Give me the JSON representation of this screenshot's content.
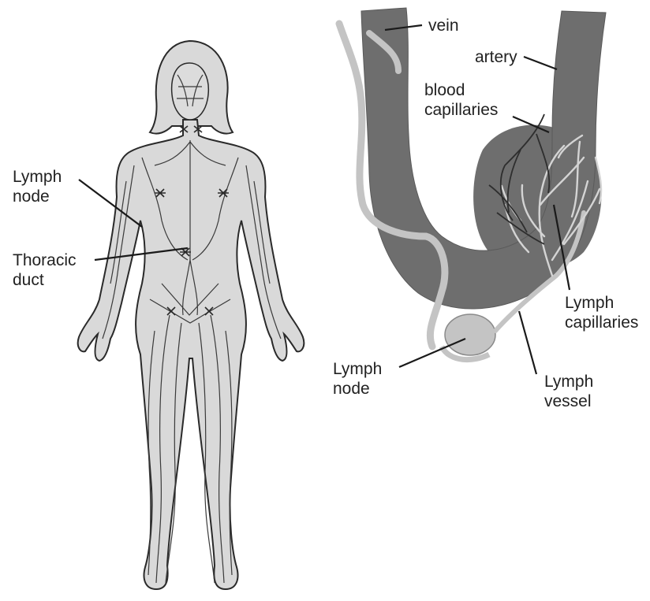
{
  "colors": {
    "skin": "#d9d9d9",
    "outline": "#2a2a2a",
    "vessel_dark": "#6e6e6e",
    "lymph_light": "#c4c4c4",
    "capillary_dark": "#3a3a3a",
    "leader": "#1a1a1a"
  },
  "body_figure": {
    "labels": {
      "lymph_node": [
        "Lymph",
        "node"
      ],
      "thoracic_duct": [
        "Thoracic",
        "duct"
      ]
    }
  },
  "vessel_detail": {
    "labels": {
      "vein": "vein",
      "artery": "artery",
      "blood_capillaries": [
        "blood",
        "capillaries"
      ],
      "lymph_capillaries": [
        "Lymph",
        "capillaries"
      ],
      "lymph_node": [
        "Lymph",
        "node"
      ],
      "lymph_vessel": [
        "Lymph",
        "vessel"
      ]
    }
  }
}
